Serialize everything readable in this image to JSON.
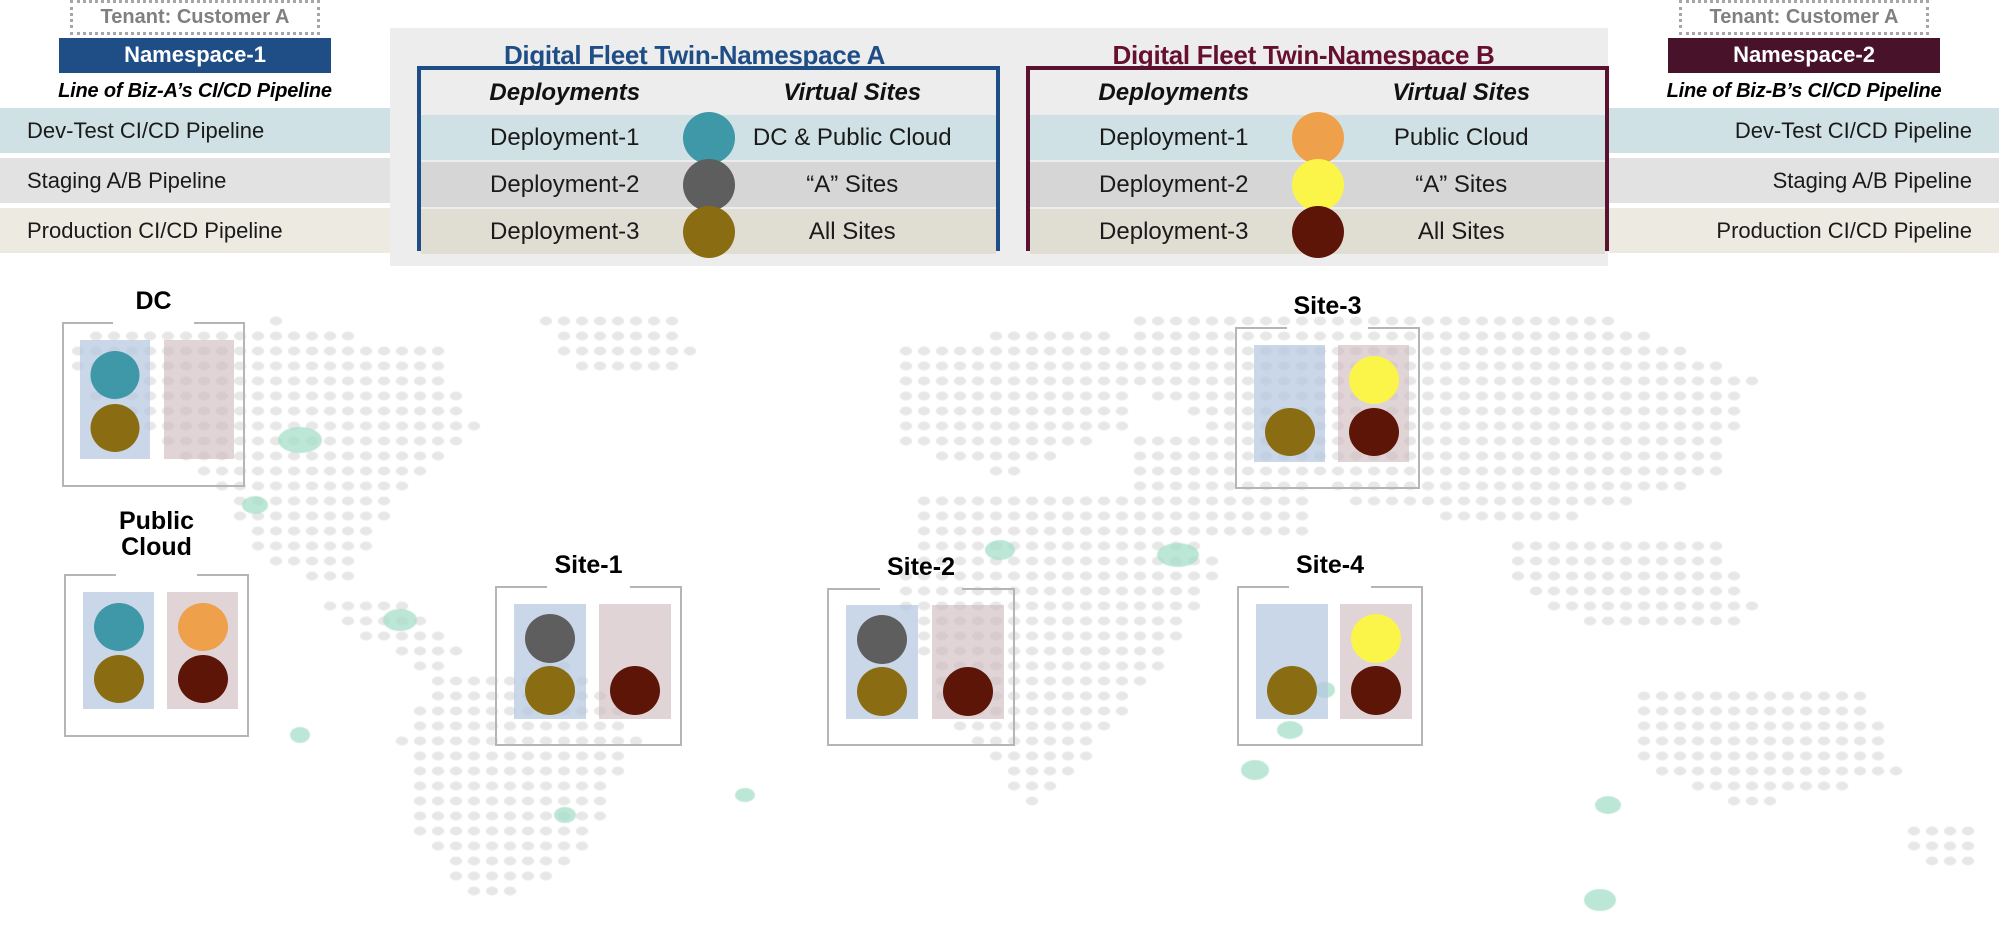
{
  "colors": {
    "ns1_blue": "#1F4E87",
    "ns2_maroon": "#48122B",
    "title_a": "#1F4E87",
    "title_b": "#661030",
    "border_a": "#1F4E87",
    "border_b": "#5A1230",
    "dot_teal": "#3E98A8",
    "dot_gray": "#5E5E5E",
    "dot_olive": "#8A6D13",
    "dot_orange": "#EFA04A",
    "dot_yellow": "#FAF548",
    "dot_darkred": "#5C1507",
    "row_dev": "#cfe1e4",
    "row_stg": "#d6d6d6",
    "row_prd": "#e0ddd2",
    "panel_blue": "#b5c7df",
    "panel_pink": "#cdb9be",
    "map_dot": "#e6e6e6",
    "map_accent": "#a6ddc8"
  },
  "left_column": {
    "tenant_label": "Tenant: Customer A",
    "namespace_label": "Namespace-1",
    "line_of_biz_label": "Line of Biz-A’s CI/CD Pipeline",
    "pipelines": [
      "Dev-Test CI/CD Pipeline",
      "Staging A/B Pipeline",
      "Production CI/CD Pipeline"
    ]
  },
  "right_column": {
    "tenant_label": "Tenant: Customer A",
    "namespace_label": "Namespace-2",
    "line_of_biz_label": "Line of Biz-B’s CI/CD Pipeline",
    "pipelines": [
      "Dev-Test CI/CD Pipeline",
      "Staging A/B Pipeline",
      "Production CI/CD Pipeline"
    ]
  },
  "namespace_a": {
    "title": "Digital Fleet Twin-Namespace A",
    "headers": {
      "deployments": "Deployments",
      "virtual_sites": "Virtual Sites"
    },
    "rows": [
      {
        "deployment": "Deployment-1",
        "virtual_site": "DC & Public Cloud",
        "dot_color": "#3E98A8"
      },
      {
        "deployment": "Deployment-2",
        "virtual_site": "“A” Sites",
        "dot_color": "#5E5E5E"
      },
      {
        "deployment": "Deployment-3",
        "virtual_site": "All  Sites",
        "dot_color": "#8A6D13"
      }
    ]
  },
  "namespace_b": {
    "title": "Digital Fleet Twin-Namespace B",
    "headers": {
      "deployments": "Deployments",
      "virtual_sites": "Virtual Sites"
    },
    "rows": [
      {
        "deployment": "Deployment-1",
        "virtual_site": "Public Cloud",
        "dot_color": "#EFA04A"
      },
      {
        "deployment": "Deployment-2",
        "virtual_site": "“A” Sites",
        "dot_color": "#FAF548"
      },
      {
        "deployment": "Deployment-3",
        "virtual_site": "All  Sites",
        "dot_color": "#5C1507"
      }
    ]
  },
  "map_sites": [
    {
      "name": "DC",
      "label_lines": [
        "DC"
      ],
      "blue_panel": {
        "top": null,
        "bottom": "#3E98A8"
      },
      "blue_panel_extra": {
        "second": "#8A6D13"
      },
      "pink_panel": {
        "top": null,
        "bottom": null
      }
    },
    {
      "name": "Public Cloud",
      "label_lines": [
        "Public",
        "Cloud"
      ],
      "blue_panel": {
        "top": "#3E98A8",
        "bottom": "#8A6D13"
      },
      "pink_panel": {
        "top": "#EFA04A",
        "bottom": "#5C1507"
      }
    },
    {
      "name": "Site-1",
      "label_lines": [
        "Site-1"
      ],
      "blue_panel": {
        "top": "#5E5E5E",
        "bottom": "#8A6D13"
      },
      "pink_panel": {
        "top": null,
        "bottom": "#5C1507"
      }
    },
    {
      "name": "Site-2",
      "label_lines": [
        "Site-2"
      ],
      "blue_panel": {
        "top": "#5E5E5E",
        "bottom": "#8A6D13"
      },
      "pink_panel": {
        "top": null,
        "bottom": "#5C1507"
      }
    },
    {
      "name": "Site-3",
      "label_lines": [
        "Site-3"
      ],
      "blue_panel": {
        "top": null,
        "bottom": "#8A6D13"
      },
      "pink_panel": {
        "top": "#FAF548",
        "bottom": "#5C1507"
      }
    },
    {
      "name": "Site-4",
      "label_lines": [
        "Site-4"
      ],
      "blue_panel": {
        "top": null,
        "bottom": "#8A6D13"
      },
      "pink_panel": {
        "top": "#FAF548",
        "bottom": "#5C1507"
      }
    }
  ]
}
